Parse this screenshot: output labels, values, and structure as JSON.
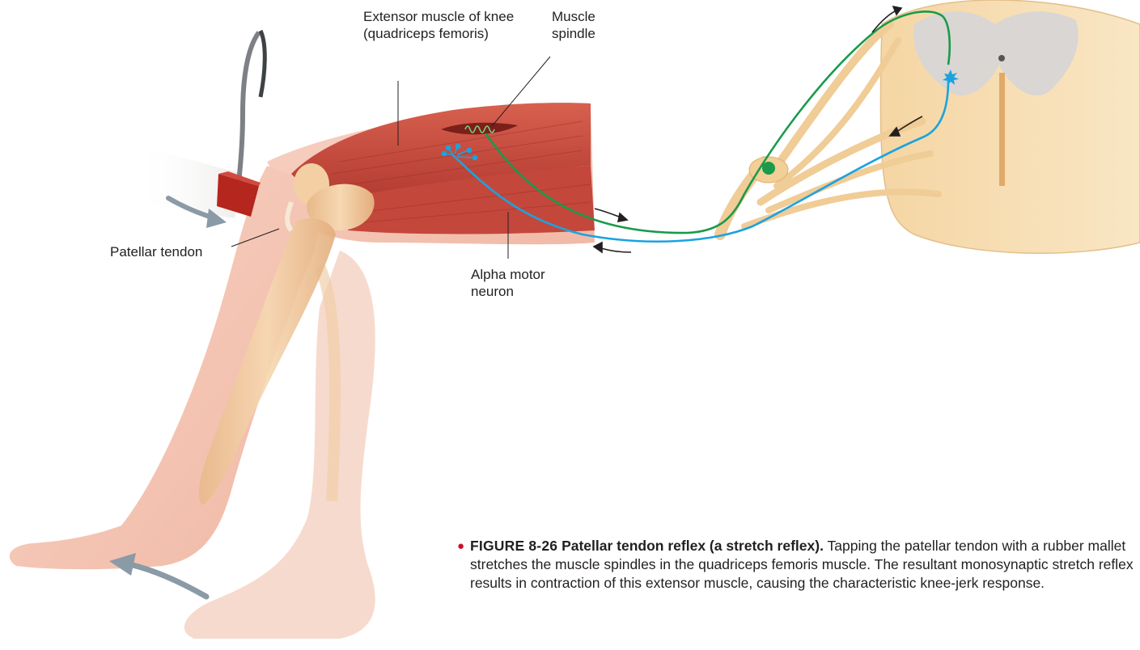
{
  "labels": {
    "extensor_muscle": "Extensor muscle of knee (quadriceps femoris)",
    "muscle_spindle": "Muscle spindle",
    "patellar_tendon": "Patellar tendon",
    "alpha_motor_neuron": "Alpha motor neuron"
  },
  "caption": {
    "figure_number": "FIGURE 8-26",
    "title": "Patellar tendon reflex (a stretch reflex).",
    "body": "Tapping the patellar tendon with a rubber mallet stretches the muscle spindles in the quadriceps femoris muscle. The resultant monosynaptic stretch reflex results in contraction of this extensor muscle, causing the characteristic knee-jerk response."
  },
  "colors": {
    "afferent_neuron": "#1a9a4b",
    "efferent_neuron": "#1ba3e0",
    "muscle": "#c8483d",
    "skin": "#f4c4b4",
    "spinal_cord": "#f7deb0",
    "gray_matter": "#d9d6d3",
    "bullet": "#c8102e"
  }
}
